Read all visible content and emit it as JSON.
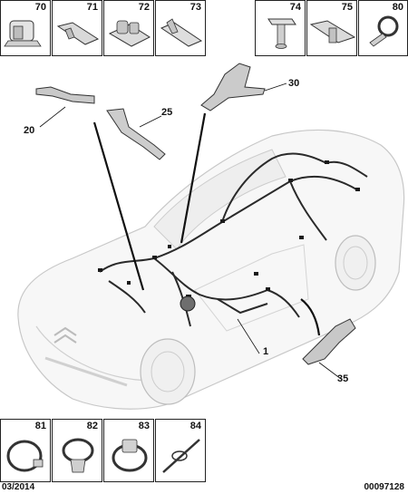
{
  "top_left_parts": [
    "70",
    "71",
    "72",
    "73"
  ],
  "top_right_parts": [
    "74",
    "75",
    "80"
  ],
  "bottom_parts": [
    "81",
    "82",
    "83",
    "84"
  ],
  "callouts": {
    "c20": "20",
    "c25": "25",
    "c30": "30",
    "c1": "1",
    "c35": "35"
  },
  "footer": {
    "date": "03/2014",
    "ref": "00097128"
  }
}
